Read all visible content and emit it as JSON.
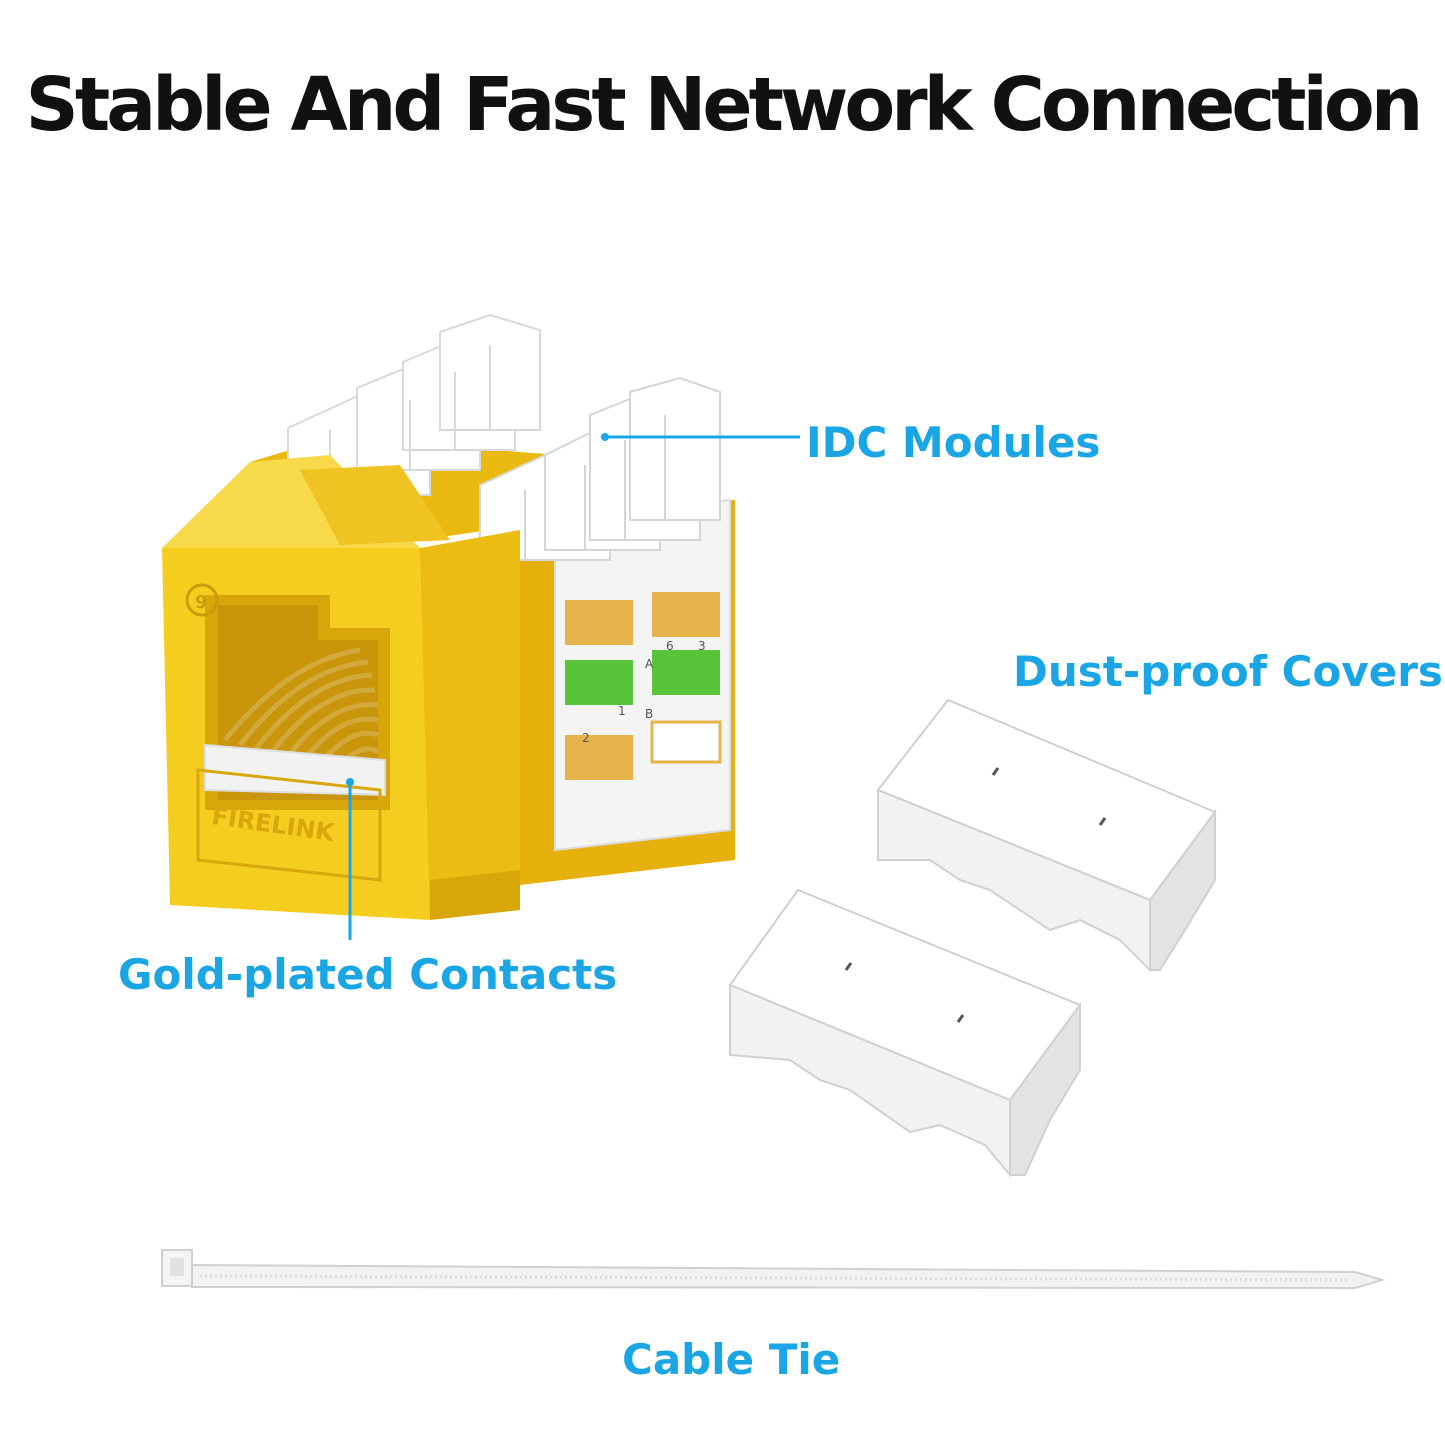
{
  "header": {
    "title": "Stable And Fast Network Connection"
  },
  "callouts": {
    "idc_modules": "IDC Modules",
    "dust_covers": "Dust-proof Covers",
    "gold_contacts": "Gold-plated Contacts",
    "cable_tie": "Cable Tie"
  },
  "jack": {
    "brand_text": "FIRELINK",
    "category_mark": "9",
    "wiring_labels": [
      "A",
      "B",
      "1",
      "2",
      "3",
      "6"
    ]
  },
  "colors": {
    "jack_body": "#f5cd1e",
    "callout": "#1aa6e4",
    "wiring_green": "#57c43a",
    "wiring_orange": "#e7b44c"
  }
}
